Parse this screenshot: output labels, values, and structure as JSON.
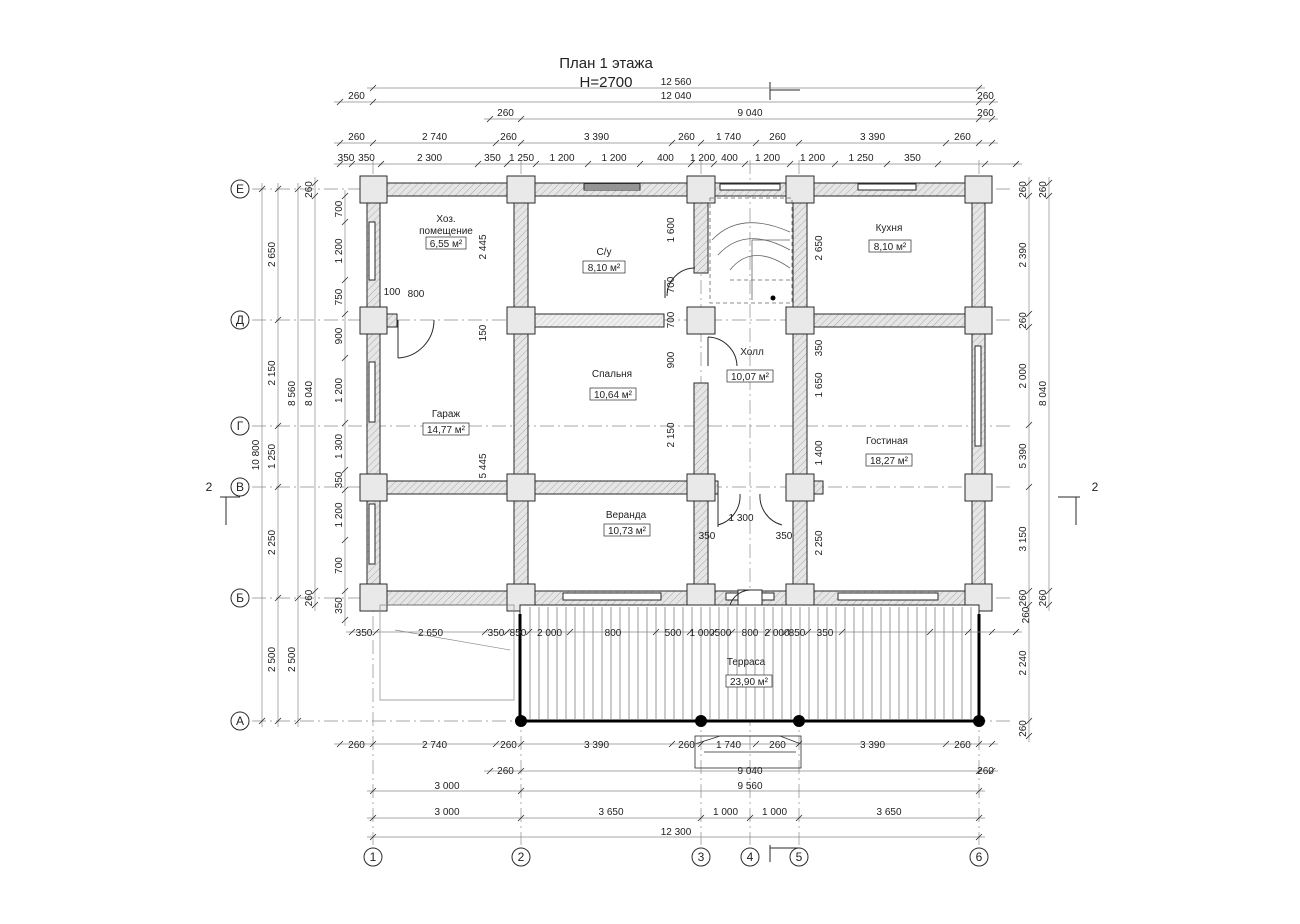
{
  "title": {
    "line1": "План 1 этажа",
    "line2": "H=2700"
  },
  "rooms": [
    {
      "name": "Хоз.",
      "name2": "помещение",
      "area": "6,55 м²"
    },
    {
      "name": "С/у",
      "area": "8,10 м²"
    },
    {
      "name": "Кухня",
      "area": "8,10 м²"
    },
    {
      "name": "Холл",
      "area": "10,07 м²"
    },
    {
      "name": "Спальня",
      "area": "10,64 м²"
    },
    {
      "name": "Гараж",
      "area": "14,77 м²"
    },
    {
      "name": "Гостиная",
      "area": "18,27 м²"
    },
    {
      "name": "Веранда",
      "area": "10,73 м²"
    },
    {
      "name": "Терраса",
      "area": "23,90 м²"
    }
  ],
  "axes_x": [
    "1",
    "2",
    "3",
    "4",
    "5",
    "6"
  ],
  "axes_y": [
    "Е",
    "Д",
    "Г",
    "В",
    "Б",
    "А"
  ],
  "section_mark": "2",
  "dims": {
    "top_row1": [
      "12 560"
    ],
    "top_row2": [
      "260",
      "12 040",
      "260"
    ],
    "top_row3": [
      "260",
      "9 040",
      "260"
    ],
    "top_row4": [
      "260",
      "2 740",
      "260",
      "3 390",
      "260",
      "1 740",
      "260",
      "3 390",
      "260"
    ],
    "top_row5": [
      "350",
      "350",
      "2 300",
      "350",
      "1 250",
      "1 200",
      "1 200",
      "400",
      "1 200",
      "400",
      "1 200",
      "1 200",
      "1 250",
      "350"
    ],
    "left_outer": [
      "10 800"
    ],
    "left_row2": [
      "2 650",
      "2 150",
      "1 250",
      "2 250",
      "2 500"
    ],
    "left_row3": [
      "8 560",
      "2 500"
    ],
    "left_row4": [
      "260",
      "8 040",
      "260"
    ],
    "left_row5": [
      "700",
      "1 200",
      "750",
      "900",
      "1 200",
      "1 300",
      "350",
      "1 200",
      "700",
      "350"
    ],
    "right_row1": [
      "260",
      "2 390",
      "260",
      "2 000",
      "5 390",
      "3 150",
      "260",
      "2 240",
      "260"
    ],
    "right_row2": [
      "260",
      "8 040",
      "260"
    ],
    "right_row3": [
      "3 150"
    ],
    "inner": [
      "2 445",
      "150",
      "5 445",
      "1 600",
      "700",
      "700",
      "900",
      "2 150",
      "2 650",
      "350",
      "1 650",
      "1 400",
      "2 250",
      "100",
      "800",
      "1 300",
      "350",
      "350",
      "260"
    ],
    "terrace_row": [
      "350",
      "2 650",
      "350",
      "850",
      "2 000",
      "800",
      "500",
      "1 000",
      "500",
      "800",
      "2 000",
      "850",
      "350"
    ],
    "bottom_row1": [
      "260",
      "2 740",
      "260",
      "3 390",
      "260",
      "1 740",
      "260",
      "3 390",
      "260"
    ],
    "bottom_row2": [
      "260",
      "9 040",
      "260"
    ],
    "bottom_row3": [
      "3 000",
      "9 560"
    ],
    "bottom_row4": [
      "3 000",
      "3 650",
      "1 000",
      "1 000",
      "3 650"
    ],
    "bottom_row5": [
      "12 300"
    ]
  },
  "colors": {
    "line": "#2a2a2a",
    "wall_fill": "#e4e4e4",
    "dim_line": "#8a8a8a"
  }
}
